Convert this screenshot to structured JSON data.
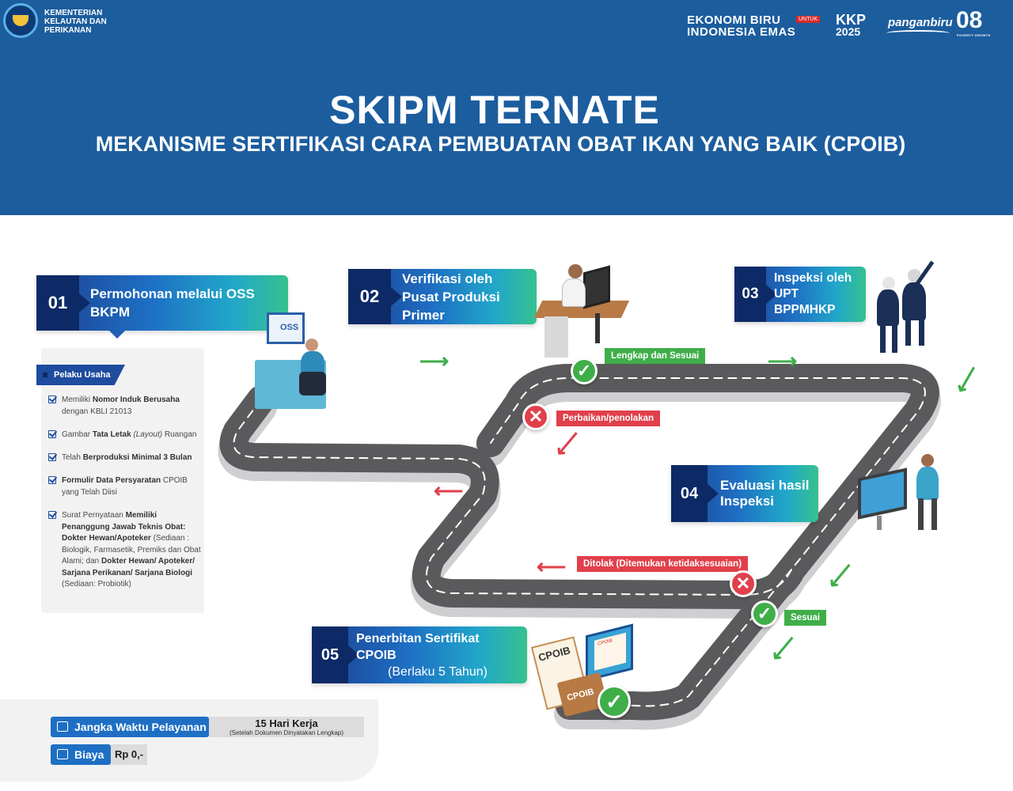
{
  "header": {
    "ministry_lines": [
      "KEMENTERIAN",
      "KELAUTAN DAN",
      "PERIKANAN"
    ],
    "brand_ekonomi_line1": "EKONOMI BIRU",
    "brand_ekonomi_untuk": "UNTUK",
    "brand_ekonomi_line2": "INDONESIA EMAS",
    "brand_kkp": "KKP",
    "brand_kkp_year": "2025",
    "brand_pangan": "panganbiru",
    "brand_08": "08",
    "brand_08_sub": "POVERTY GROWTH",
    "title": "SKIPM TERNATE",
    "subtitle": "MEKANISME SERTIFIKASI CARA PEMBUATAN OBAT IKAN  YANG BAIK (CPOIB)"
  },
  "steps": [
    {
      "num": "01",
      "line1": "Permohonan melalui OSS BKPM",
      "line2": ""
    },
    {
      "num": "02",
      "line1": "Verifikasi oleh",
      "line2": "Pusat Produksi Primer"
    },
    {
      "num": "03",
      "line1": "Inspeksi oleh",
      "line2": "UPT BPPMHKP"
    },
    {
      "num": "04",
      "line1": "Evaluasi hasil",
      "line2": "Inspeksi"
    },
    {
      "num": "05",
      "line1": "Penerbitan Sertifikat CPOIB",
      "line2": "(Berlaku 5 Tahun)"
    }
  ],
  "oss_label": "OSS",
  "pelaku": {
    "tag": "Pelaku Usaha",
    "items": [
      {
        "pre": "Memiliki ",
        "bold": "Nomor Induk Berusaha",
        "post": " dengan KBLI 21013"
      },
      {
        "pre": "Gambar ",
        "bold": "Tata Letak",
        "italic": " (Layout)",
        "post": " Ruangan"
      },
      {
        "pre": "Telah ",
        "bold": "Berproduksi Minimal 3 Bulan",
        "post": ""
      },
      {
        "pre": "",
        "bold": "Formulir Data Persyaratan",
        "post": " CPOIB yang Telah Diisi"
      },
      {
        "pre": "Surat Pernyataan ",
        "bold": "Memiliki Penanggung Jawab Teknis Obat: Dokter Hewan/Apoteker",
        "post": " (Sediaan : Biologik, Farmasetik, Premiks dan Obat Alami; dan ",
        "bold2": "Dokter Hewan/ Apoteker/ Sarjana Perikanan/ Sarjana Biologi",
        "post2": " (Sediaan: Probiotik)"
      }
    ]
  },
  "status": {
    "lengkap": "Lengkap dan Sesuai",
    "perbaikan": "Perbaikan/penolakan",
    "ditolak": "Ditolak (Ditemukan ketidaksesuaian)",
    "sesuai": "Sesuai"
  },
  "certificate": {
    "label_main": "CPOIB",
    "label_folder": "CPOIB",
    "label_screen": "CPOIB"
  },
  "info": {
    "jangka_label": "Jangka Waktu Pelayanan",
    "jangka_value": "15 Hari Kerja",
    "jangka_note": "(Setelah Dokumen Dinyatakan Lengkap)",
    "biaya_label": "Biaya",
    "biaya_value": "Rp 0,-"
  },
  "colors": {
    "header_blue": "#1c5d9e",
    "road_gray": "#5a5a5c",
    "accept_green": "#3fae49",
    "reject_red": "#e0404b",
    "banner_dark": "#0d2a66"
  }
}
